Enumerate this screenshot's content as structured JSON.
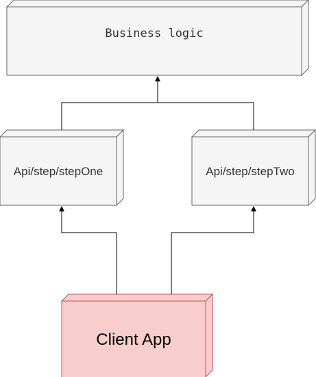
{
  "nodes": {
    "business_logic": {
      "label": "Business logic",
      "fill": "#f5f5f5",
      "stroke": "#666666"
    },
    "step_one": {
      "label": "Api/step/stepOne",
      "fill": "#f5f5f5",
      "stroke": "#666666"
    },
    "step_two": {
      "label": "Api/step/stepTwo",
      "fill": "#f5f5f5",
      "stroke": "#666666"
    },
    "client_app": {
      "label": "Client App",
      "fill": "#f8cecc",
      "stroke": "#b85450"
    }
  },
  "edge_color": "#000000"
}
